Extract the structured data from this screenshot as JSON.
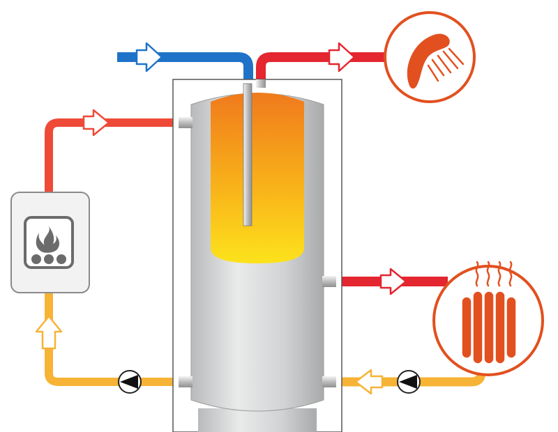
{
  "diagram": {
    "components": {
      "boiler": {
        "icon": "flame-icon"
      },
      "tank": {
        "icon": "water-tank-icon"
      },
      "shower": {
        "icon": "shower-icon"
      },
      "radiator": {
        "icon": "radiator-icon"
      },
      "pump_left": {
        "icon": "pump-icon"
      },
      "pump_right": {
        "icon": "pump-icon"
      }
    },
    "pipes": [
      {
        "id": "cold-water-inlet",
        "color_key": "cold"
      },
      {
        "id": "hot-water-outlet",
        "color_key": "hot"
      },
      {
        "id": "boiler-supply",
        "color_key": "boiler_hot"
      },
      {
        "id": "boiler-return",
        "color_key": "return"
      },
      {
        "id": "heating-supply",
        "color_key": "hot"
      },
      {
        "id": "heating-return",
        "color_key": "return"
      }
    ],
    "colors": {
      "cold": "#1e73c8",
      "hot": "#e3262f",
      "boiler_hot": "#ee4a37",
      "return": "#f6b335",
      "accent_orange": "#e2501f",
      "tank_gray": "#c9cacb",
      "boiler_fill": "#f2f2f2",
      "icon_gray": "#6b6b6b"
    }
  }
}
